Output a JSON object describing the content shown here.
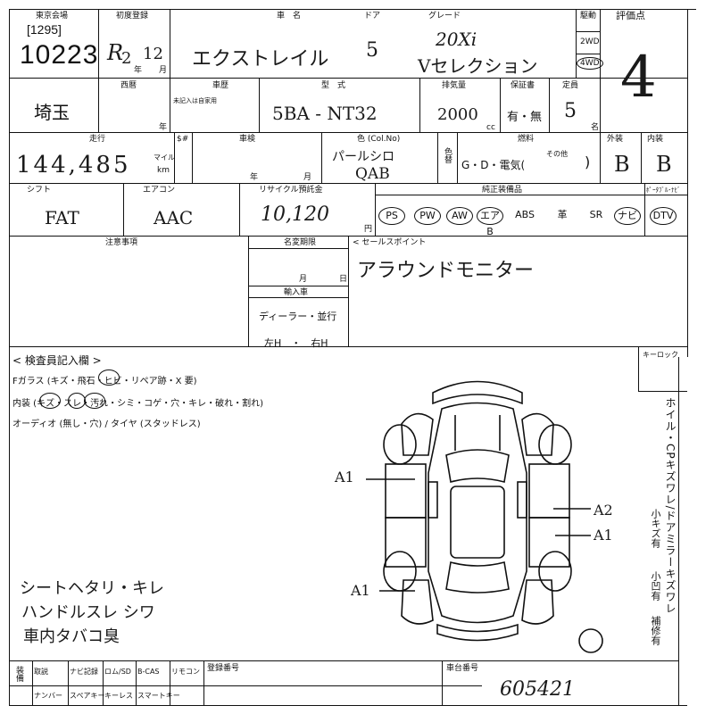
{
  "header": {
    "auction_house_label": "東京会場",
    "lane": "[1295]",
    "lot_number": "10223",
    "first_reg_label": "初度登録",
    "first_reg_era": "R",
    "first_reg_year": "2",
    "first_reg_month": "12",
    "year_unit": "年",
    "month_unit": "月",
    "car_name_label": "車　名",
    "car_name": "エクストレイル",
    "door_label": "ドア",
    "doors": "5",
    "grade_label": "グレード",
    "grade_line1": "20Xi",
    "grade_line2": "Vセレクション",
    "drive_label": "駆動",
    "drive_2wd": "2WD",
    "drive_4wd": "4WD",
    "score_label": "評価点",
    "score": "4"
  },
  "row2": {
    "area_label": "西暦",
    "area": "埼玉",
    "history_label": "車歴",
    "history_note": "未記入は自家用",
    "model_label": "型　式",
    "model": "5BA - NT32",
    "displacement_label": "排気量",
    "displacement": "2000",
    "cc_unit": "cc",
    "warranty_label": "保証書",
    "warranty": "有・無",
    "capacity_label": "定員",
    "capacity": "5",
    "person_unit": "名"
  },
  "row3": {
    "mileage_label": "走行",
    "mileage": "144,485",
    "mile_unit": "マイル",
    "km_unit": "km",
    "inspection_label": "車検",
    "color_label": "色 (Col.No)",
    "color_name": "パールシロ",
    "color_code": "QAB",
    "color_change_label": "色替",
    "fuel_label": "燃料",
    "fuel_options": "G・D・電気(",
    "fuel_other": "その他",
    "exterior_label": "外装",
    "exterior": "B",
    "interior_label": "内装",
    "interior": "B"
  },
  "row4": {
    "shift_label": "シフト",
    "shift": "FAT",
    "aircon_label": "エアコン",
    "aircon": "AAC",
    "recycle_label": "リサイクル預託金",
    "recycle": "10,120",
    "yen_unit": "円",
    "equipment_label": "純正装備品",
    "option_label": "ﾎﾟｰﾀﾌﾞﾙ･ﾅﾋﾞ",
    "equipment": [
      "PS",
      "PW",
      "AW",
      "エアB",
      "ABS",
      "革",
      "SR",
      "ナビ",
      "DTV"
    ],
    "equipment_circled": [
      true,
      true,
      true,
      true,
      false,
      false,
      false,
      true,
      true
    ]
  },
  "notes": {
    "caution_label": "注意事項",
    "title_period_label": "名変期限",
    "import_label": "輸入車",
    "import_options": "ディーラー・並行",
    "handle_options": "左H　・　右H",
    "selling_point_label": "セールスポイント",
    "selling_point": "アラウンドモニター"
  },
  "inspection": {
    "section_label": "< 検査員記入欄 >",
    "glass_line": "Fガラス (キズ・飛石・ヒビ・リペア跡・X 要)",
    "interior_line": "内装 (キズ・スレ・汚れ・シミ・コゲ・穴・キレ・破れ・割れ)",
    "audio_line": "オーディオ (無し・穴) / タイヤ (スタッドレス)",
    "key_lock_label": "キーロック",
    "side_text": "ホイル・CPキズワレ/ドアミラーキズワレ",
    "side_small1": "小キズ有",
    "side_small2": "小凹有",
    "side_repair": "補修有",
    "marks": [
      "A1",
      "A2",
      "A1",
      "A1"
    ],
    "handwritten_notes": [
      "シートヘタリ・キレ",
      "ハンドルスレ シワ",
      "車内タバコ臭"
    ]
  },
  "footer": {
    "col1": "装備",
    "items_top": [
      "取説",
      "ナビ記録",
      "ロム/SD",
      "B-CAS",
      "リモコン"
    ],
    "items_bottom": [
      "ナンバー",
      "スペアキー",
      "キーレス",
      "スマートキー"
    ],
    "reg_number_label": "登録番号",
    "serial_label": "車台番号",
    "serial_suffix": "605421"
  }
}
